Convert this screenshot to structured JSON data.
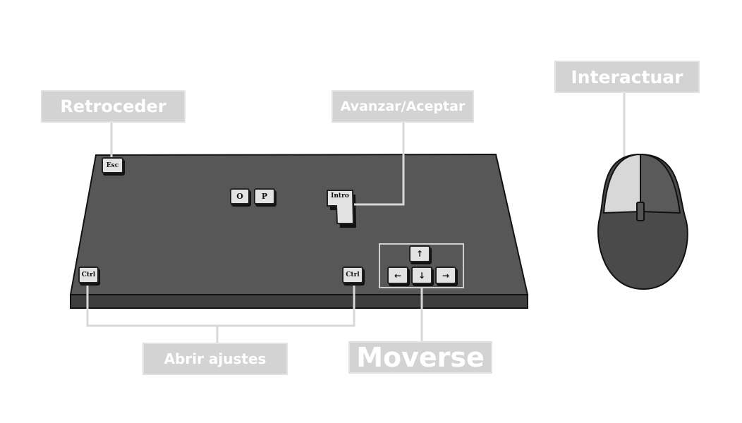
{
  "labels": {
    "back": "Retroceder",
    "accept": "Avanzar/Aceptar",
    "interact": "Interactuar",
    "settings": "Abrir ajustes",
    "move": "Moverse"
  },
  "keys": {
    "esc": "Esc",
    "o": "O",
    "p": "P",
    "enter": "Intro",
    "ctrl_left": "Ctrl",
    "ctrl_right": "Ctrl",
    "up": "↑",
    "left": "←",
    "down": "↓",
    "right": "→"
  },
  "colors": {
    "keyboard": "#575757",
    "key": "#e3e3e3",
    "label_bg": "#d3d3d3",
    "connector": "#d8d8d8"
  }
}
